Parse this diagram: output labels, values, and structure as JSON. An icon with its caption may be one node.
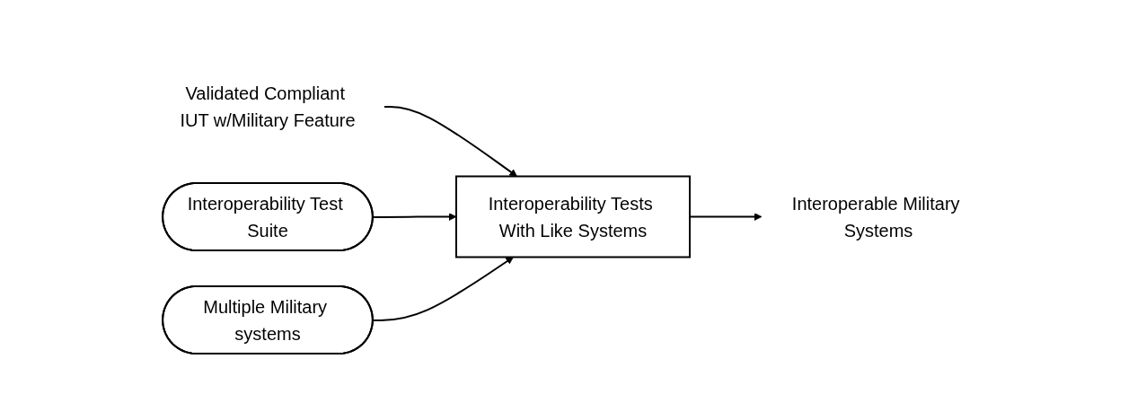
{
  "diagram": {
    "nodes": [
      {
        "text": [
          "Validated Compliant IUT w/Military Feature"
        ]
      },
      {
        "text": [
          "Interoperability Test Suite"
        ]
      },
      {
        "text": [
          "Multiple Military systems"
        ]
      },
      {
        "text": [
          "Interoperability Tests With Like Systems"
        ]
      },
      {
        "text": [
          "Interoperable Military Systems"
        ]
      }
    ],
    "edges": [
      {
        "from": 0,
        "to": 3,
        "arrow": "to"
      },
      {
        "from": 1,
        "to": 3,
        "arrow": "to"
      },
      {
        "from": 2,
        "to": 3,
        "arrow": "to"
      },
      {
        "from": 3,
        "to": 4,
        "arrow": "to"
      }
    ]
  }
}
